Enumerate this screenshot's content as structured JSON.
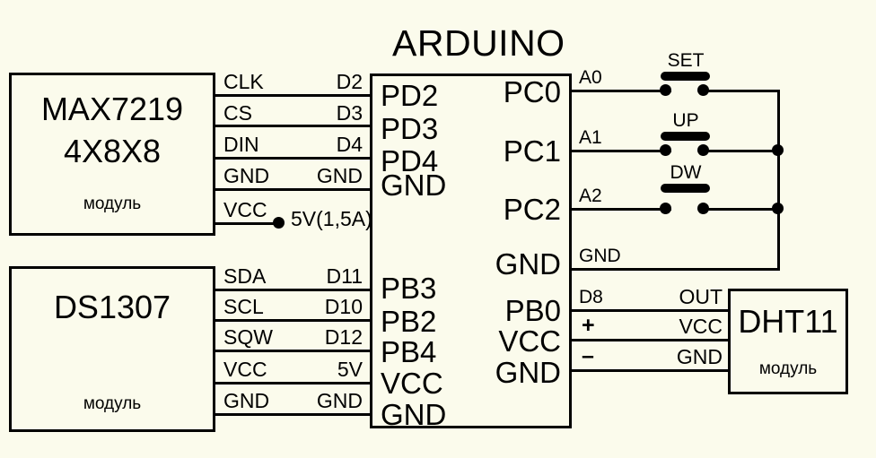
{
  "diagram": {
    "title": "ARDUINO",
    "background_color": "#fbfbec",
    "ink_color": "#000000"
  },
  "modules": {
    "max7219": {
      "name": "MAX7219",
      "variant": "4X8X8",
      "subtitle": "модуль"
    },
    "ds1307": {
      "name": "DS1307",
      "subtitle": "модуль"
    },
    "dht11": {
      "name": "DHT11",
      "subtitle": "модуль"
    },
    "arduino": {
      "name": "ARDUINO"
    }
  },
  "connections": {
    "max7219_to_arduino": [
      {
        "module_pin": "CLK",
        "board_pin": "D2",
        "mcu_pin": "PD2"
      },
      {
        "module_pin": "CS",
        "board_pin": "D3",
        "mcu_pin": "PD3"
      },
      {
        "module_pin": "DIN",
        "board_pin": "D4",
        "mcu_pin": "PD4"
      },
      {
        "module_pin": "GND",
        "board_pin": "GND",
        "mcu_pin": "GND"
      },
      {
        "module_pin": "VCC",
        "board_pin": "",
        "mcu_pin": ""
      }
    ],
    "max7219_power": {
      "label": "5V(1,5A)",
      "node": "junction-dot"
    },
    "ds1307_to_arduino": [
      {
        "module_pin": "SDA",
        "board_pin": "D11",
        "mcu_pin": "PB3"
      },
      {
        "module_pin": "SCL",
        "board_pin": "D10",
        "mcu_pin": "PB2"
      },
      {
        "module_pin": "SQW",
        "board_pin": "D12",
        "mcu_pin": "PB4"
      },
      {
        "module_pin": "VCC",
        "board_pin": "5V",
        "mcu_pin": "VCC"
      },
      {
        "module_pin": "GND",
        "board_pin": "GND",
        "mcu_pin": "GND"
      }
    ],
    "arduino_right_top": [
      {
        "mcu_pin": "PC0",
        "board_pin": "A0"
      },
      {
        "mcu_pin": "PC1",
        "board_pin": "A1"
      },
      {
        "mcu_pin": "PC2",
        "board_pin": "A2"
      },
      {
        "mcu_pin": "GND",
        "board_pin": "GND"
      }
    ],
    "arduino_to_dht11": [
      {
        "mcu_pin": "PB0",
        "board_pin": "D8",
        "module_pin": "OUT"
      },
      {
        "mcu_pin": "VCC",
        "board_pin": "+",
        "module_pin": "VCC"
      },
      {
        "mcu_pin": "GND",
        "board_pin": "–",
        "module_pin": "GND"
      }
    ]
  },
  "buttons": [
    {
      "label": "SET",
      "signal": "A0"
    },
    {
      "label": "UP",
      "signal": "A1"
    },
    {
      "label": "DW",
      "signal": "A2"
    }
  ]
}
